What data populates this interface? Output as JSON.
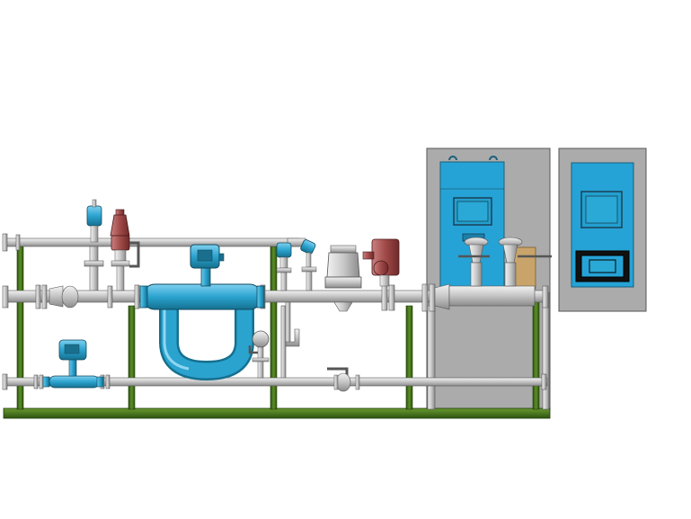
{
  "diagram": {
    "subject": "metering skid",
    "components": [
      {
        "id": "upper-bypass-pipe",
        "type": "pipe"
      },
      {
        "id": "main-line-pipe",
        "type": "pipe"
      },
      {
        "id": "lower-line-pipe",
        "type": "pipe"
      },
      {
        "id": "coriolis-meter-main",
        "type": "flow meter"
      },
      {
        "id": "coriolis-meter-small",
        "type": "flow meter"
      },
      {
        "id": "pressure-transmitter",
        "type": "transmitter"
      },
      {
        "id": "safety-relief-valve",
        "type": "valve"
      },
      {
        "id": "temperature-transmitter",
        "type": "transmitter"
      },
      {
        "id": "strainer-valve",
        "type": "valve"
      },
      {
        "id": "motorized-valve",
        "type": "valve"
      },
      {
        "id": "pressure-gauge",
        "type": "gauge"
      },
      {
        "id": "ball-valve-lower",
        "type": "valve"
      },
      {
        "id": "control-cabinet-left",
        "type": "cabinet"
      },
      {
        "id": "control-cabinet-right",
        "type": "cabinet"
      },
      {
        "id": "support-frame",
        "type": "frame"
      }
    ],
    "colors": {
      "pipe": "#c8c8c8",
      "pipe_edge": "#5a5a5a",
      "instrument_blue": "#2ba3cf",
      "valve_red": "#a04a48",
      "frame_green": "#4a7a1a",
      "cabinet_gray": "#a9a9a9",
      "panel_blue": "#26a3d6",
      "brass": "#c8a46a"
    }
  }
}
